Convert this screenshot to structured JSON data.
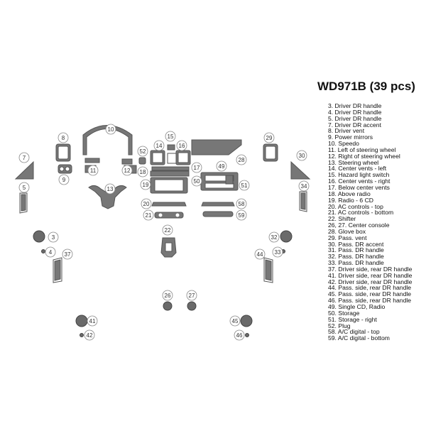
{
  "title": "WD971B (39 pcs)",
  "legend": [
    "3. Driver DR handle",
    "4. Driver DR handle",
    "5. Driver DR handle",
    "7. Driver DR accent",
    "8. Driver vent",
    "9. Power mirrors",
    "10. Speedo",
    "11. Left of steering wheel",
    "12. Right of steering wheel",
    "13. Steering wheel",
    "14. Center vents - left",
    "15. Hazard light switch",
    "16. Center vents - right",
    "17. Below center vents",
    "18. Above radio",
    "19. Radio - 6 CD",
    "20. AC controls - top",
    "21. AC controls - bottom",
    "22. Shifter",
    "26, 27. Center console",
    "28. Glove box",
    "29. Pass. vent",
    "30. Pass. DR accent",
    "31. Pass. DR handle",
    "32. Pass. DR handle",
    "33. Pass. DR handle",
    "37. Driver side, rear DR handle",
    "41. Driver side, rear DR handle",
    "42. Driver side, rear DR handle",
    "44. Pass. side, rear DR handle",
    "45. Pass. side, rear DR handle",
    "46. Pass. side, rear DR handle",
    "49. Single CD, Radio",
    "50. Storage",
    "51. Storage - right",
    "52. Plug",
    "58. A/C digital - top",
    "59. A/C digital - bottom"
  ],
  "callouts": {
    "c3": "3",
    "c4": "4",
    "c5": "5",
    "c7": "7",
    "c8": "8",
    "c9": "9",
    "c10": "10",
    "c11": "11",
    "c12": "12",
    "c13": "13",
    "c14": "14",
    "c15": "15",
    "c16": "16",
    "c17": "17",
    "c18": "18",
    "c19": "19",
    "c20": "20",
    "c21": "21",
    "c22": "22",
    "c26": "26",
    "c27": "27",
    "c28": "28",
    "c29": "29",
    "c30": "30",
    "c32": "32",
    "c33": "33",
    "c34": "34",
    "c37": "37",
    "c41": "41",
    "c42": "42",
    "c44": "44",
    "c45": "45",
    "c46": "46",
    "c49": "49",
    "c50": "50",
    "c51": "51",
    "c52": "52",
    "c58": "58",
    "c59": "59"
  }
}
